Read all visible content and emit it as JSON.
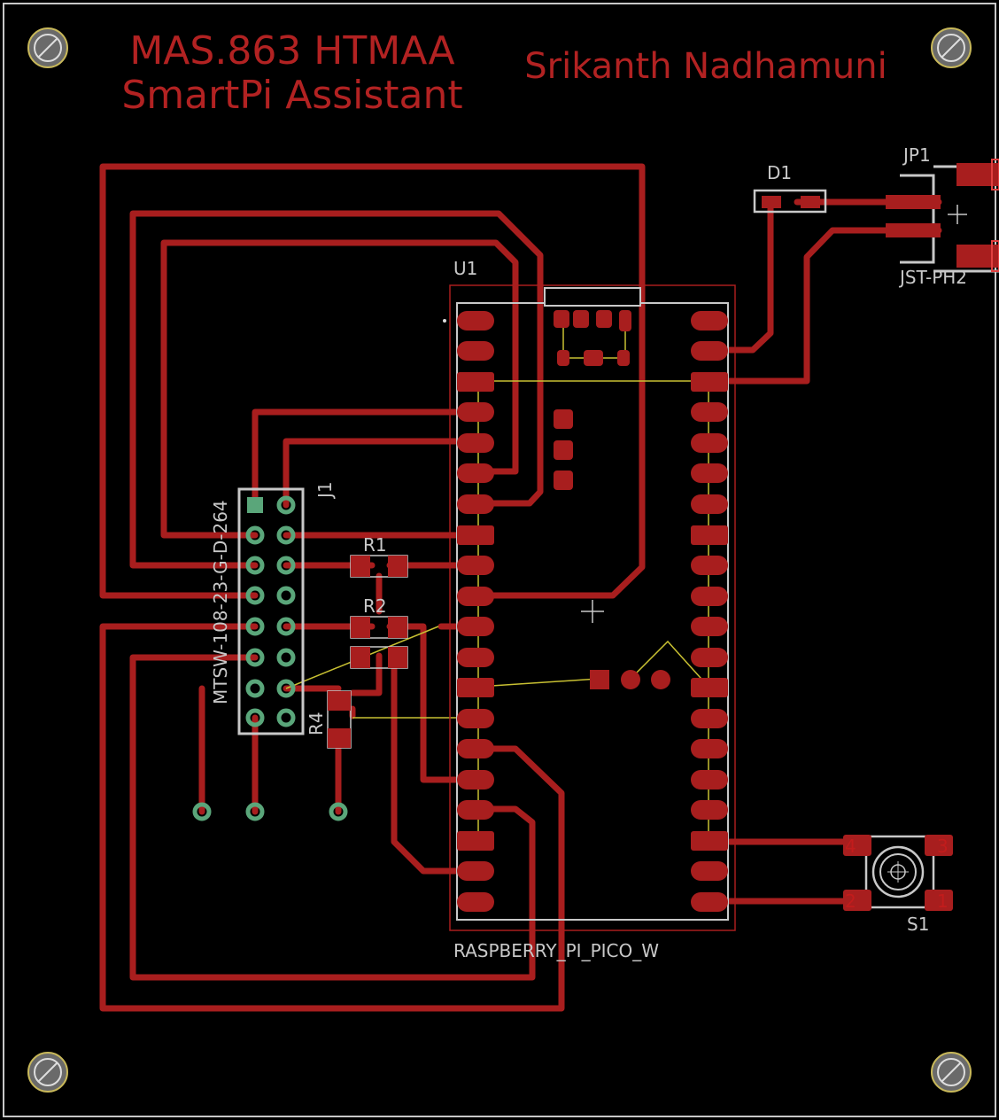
{
  "board": {
    "title_line1": "MAS.863 HTMAA",
    "title_line2": "SmartPi Assistant",
    "author": "Srikanth Nadhamuni"
  },
  "components": {
    "u1_ref": "U1",
    "u1_value": "RASPBERRY_PI_PICO_W",
    "j1_ref": "J1",
    "j1_value": "MTSW-108-23-G-D-264",
    "jp1_ref": "JP1",
    "jp1_value": "JST-PH2",
    "d1_ref": "D1",
    "r1_ref": "R1",
    "r2_ref": "R2",
    "r4_ref": "R4",
    "s1_ref": "S1",
    "s1_pin4": "4",
    "s1_pin3": "3",
    "s1_pin2": "2",
    "s1_pin1": "1"
  },
  "colors": {
    "background": "#000000",
    "copper": "#b31b1b",
    "outline": "#c8c8c8",
    "pad_green": "#5aa67a",
    "ratsnest": "#c8c032"
  }
}
